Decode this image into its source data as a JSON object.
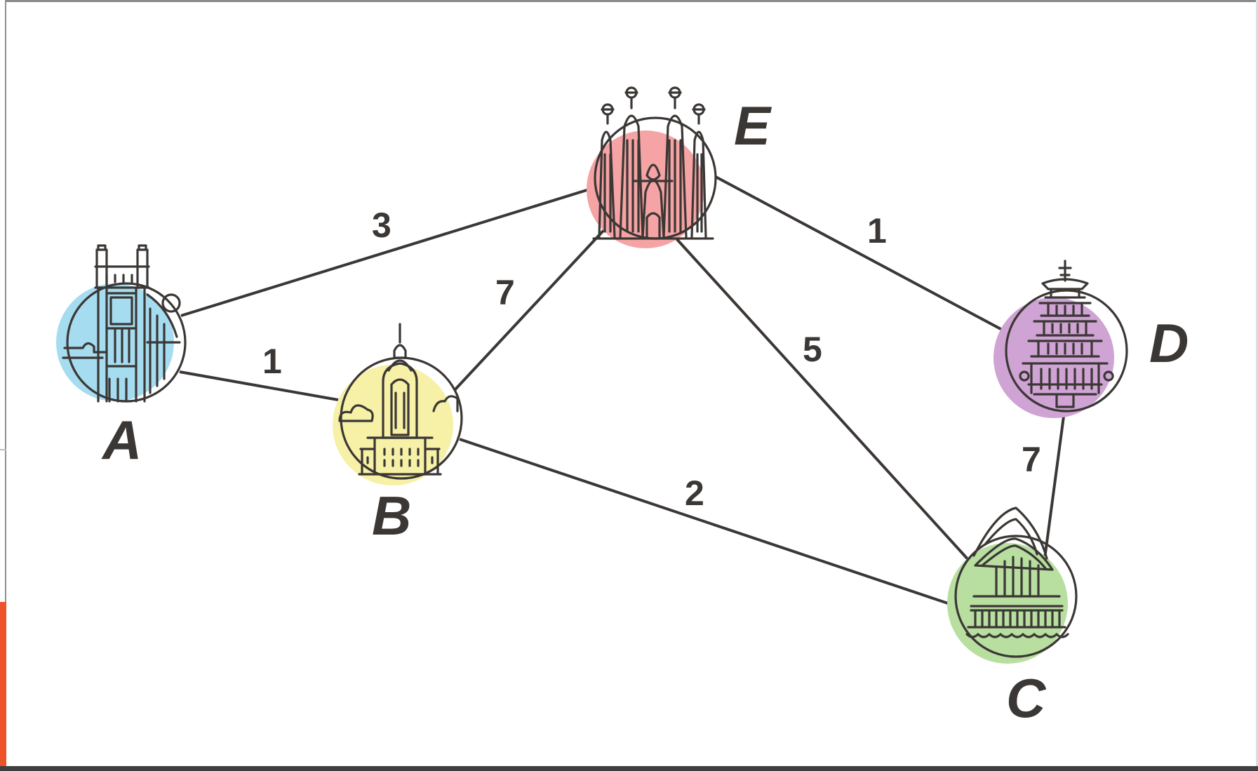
{
  "graph": {
    "nodes": [
      {
        "id": "A",
        "label": "A",
        "color": "#a6dcf0",
        "icon": "tower-bridge-icon"
      },
      {
        "id": "B",
        "label": "B",
        "color": "#f6f1a6",
        "icon": "chrysler-building-icon"
      },
      {
        "id": "C",
        "label": "C",
        "color": "#b8dea0",
        "icon": "sydney-opera-house-icon"
      },
      {
        "id": "D",
        "label": "D",
        "color": "#cfa3d4",
        "icon": "pagoda-icon"
      },
      {
        "id": "E",
        "label": "E",
        "color": "#f5a3a4",
        "icon": "sagrada-familia-icon"
      }
    ],
    "edges": [
      {
        "from": "A",
        "to": "E",
        "weight": "3"
      },
      {
        "from": "A",
        "to": "B",
        "weight": "1"
      },
      {
        "from": "B",
        "to": "E",
        "weight": "7"
      },
      {
        "from": "B",
        "to": "C",
        "weight": "2"
      },
      {
        "from": "E",
        "to": "C",
        "weight": "5"
      },
      {
        "from": "E",
        "to": "D",
        "weight": "1"
      },
      {
        "from": "D",
        "to": "C",
        "weight": "7"
      }
    ]
  }
}
